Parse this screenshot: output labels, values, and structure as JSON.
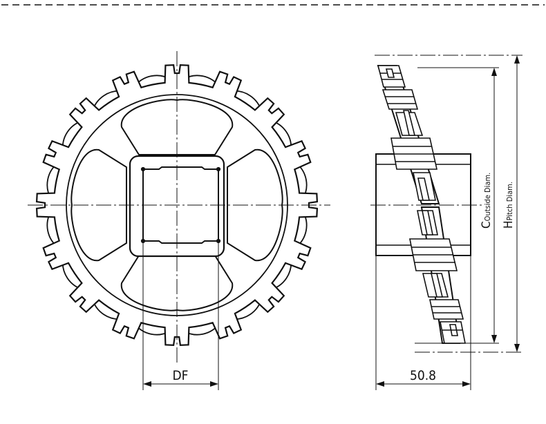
{
  "drawing": {
    "front_view": {
      "dim_label": "DF",
      "tooth_count": 16
    },
    "side_view": {
      "width_label": "50.8",
      "outside_diam": {
        "letter": "C",
        "text": "Outside Diam."
      },
      "pitch_diam": {
        "letter": "H",
        "text": "Pitch Diam."
      }
    },
    "colors": {
      "line": "#111111",
      "background": "#ffffff"
    }
  }
}
